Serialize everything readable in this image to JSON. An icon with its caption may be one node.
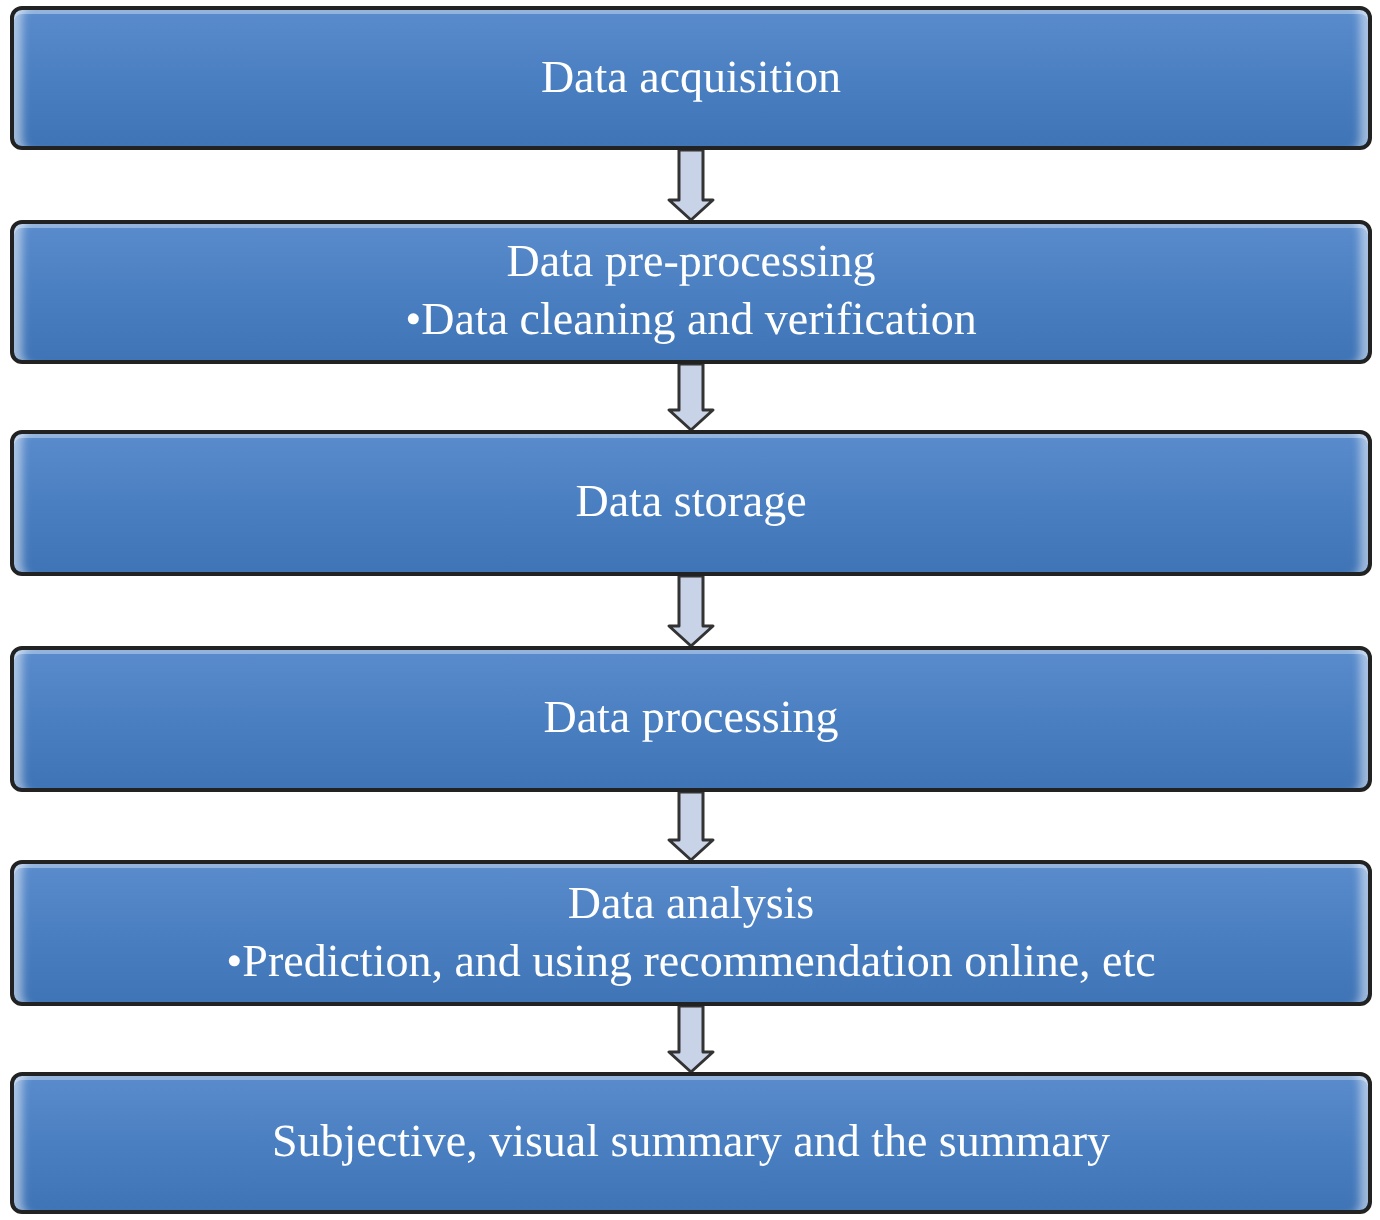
{
  "diagram": {
    "nodes": [
      {
        "text": [
          "Data acquisition"
        ]
      },
      {
        "text": [
          "Data pre-processing",
          "•Data cleaning and verification"
        ]
      },
      {
        "text": [
          "Data storage"
        ]
      },
      {
        "text": [
          "Data processing"
        ]
      },
      {
        "text": [
          "Data analysis",
          "•Prediction, and using recommendation online, etc"
        ]
      },
      {
        "text": [
          "Subjective, visual summary and the summary"
        ]
      }
    ],
    "edges": [
      {
        "from": 0,
        "to": 1,
        "arrow": "to"
      },
      {
        "from": 1,
        "to": 2,
        "arrow": "to"
      },
      {
        "from": 2,
        "to": 3,
        "arrow": "to"
      },
      {
        "from": 3,
        "to": 4,
        "arrow": "to"
      },
      {
        "from": 4,
        "to": 5,
        "arrow": "to"
      }
    ]
  }
}
